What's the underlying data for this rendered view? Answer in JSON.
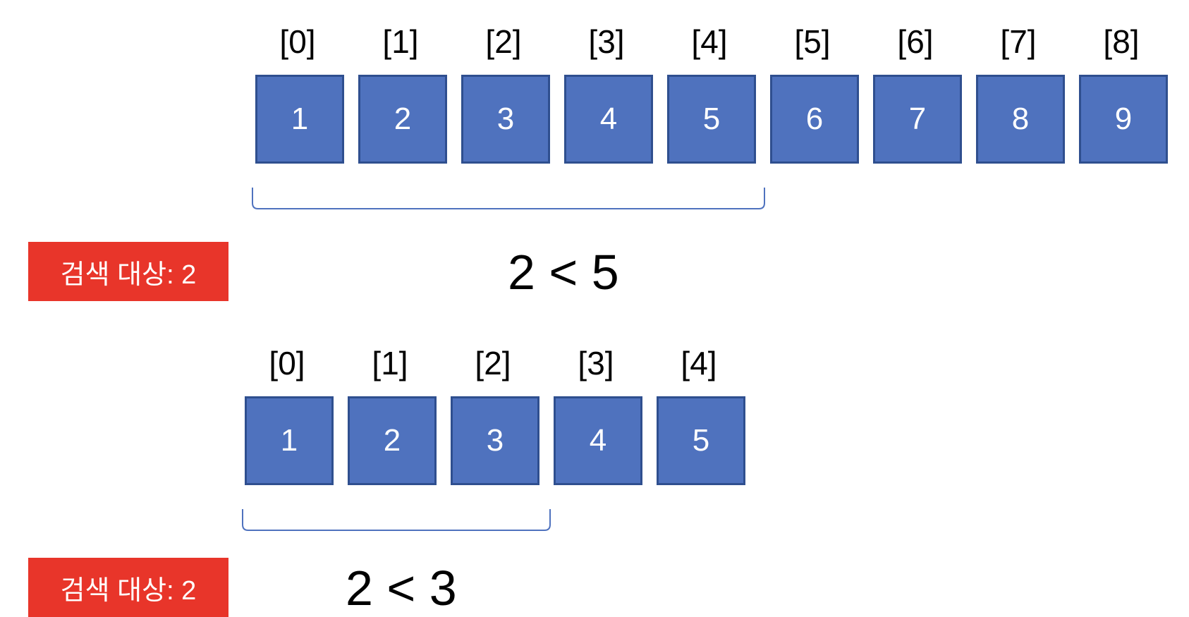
{
  "steps": [
    {
      "indices": [
        "[0]",
        "[1]",
        "[2]",
        "[3]",
        "[4]",
        "[5]",
        "[6]",
        "[7]",
        "[8]"
      ],
      "values": [
        "1",
        "2",
        "3",
        "4",
        "5",
        "6",
        "7",
        "8",
        "9"
      ],
      "selected_range": [
        0,
        4
      ],
      "badge": "검색 대상: 2",
      "comparison": "2 < 5"
    },
    {
      "indices": [
        "[0]",
        "[1]",
        "[2]",
        "[3]",
        "[4]"
      ],
      "values": [
        "1",
        "2",
        "3",
        "4",
        "5"
      ],
      "selected_range": [
        0,
        2
      ],
      "badge": "검색 대상: 2",
      "comparison": "2 < 3"
    }
  ],
  "colors": {
    "cell_fill": "#4f72be",
    "cell_border": "#2f4f8f",
    "badge_fill": "#e8352a",
    "bracket": "#4f72be"
  }
}
